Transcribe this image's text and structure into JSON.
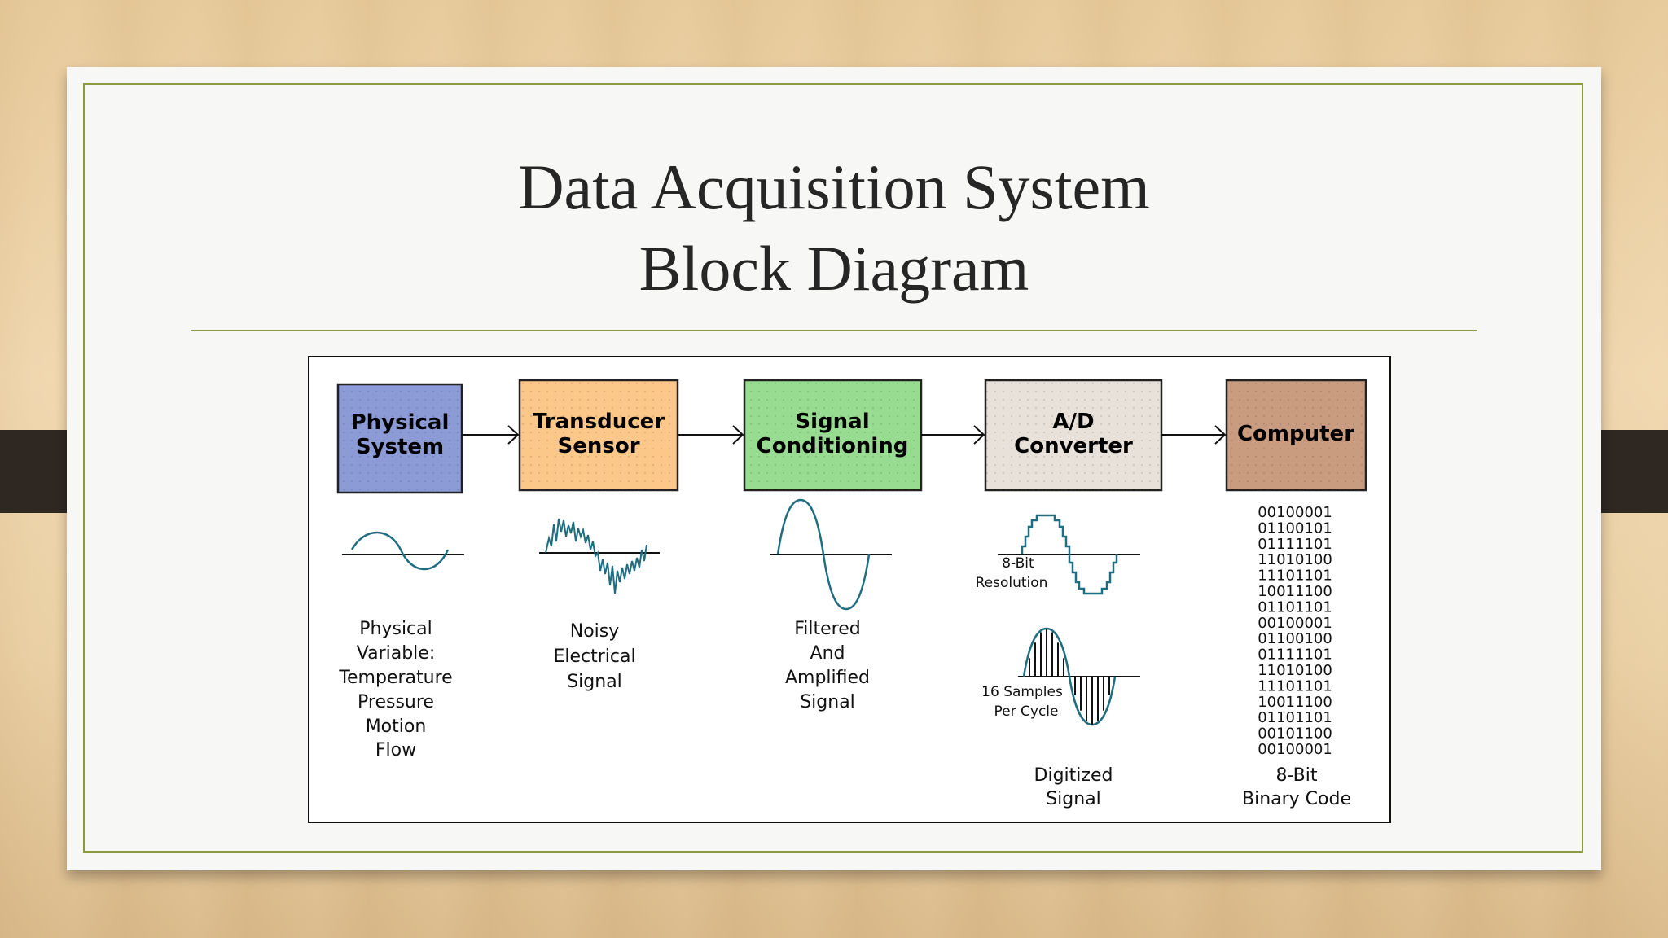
{
  "slide": {
    "title_line1": "Data Acquisition System",
    "title_line2": "Block Diagram"
  },
  "diagram": {
    "blocks": [
      {
        "line1": "Physical",
        "line2": "System",
        "color": "#8c9bd6"
      },
      {
        "line1": "Transducer",
        "line2": "Sensor",
        "color": "#fcc88a"
      },
      {
        "line1": "Signal",
        "line2": "Conditioning",
        "color": "#97dc90"
      },
      {
        "line1": "A/D",
        "line2": "Converter",
        "color": "#e8e1da"
      },
      {
        "line1": "Computer",
        "line2": "",
        "color": "#c99c80"
      }
    ],
    "captions": [
      [
        "Physical",
        "Variable:",
        "Temperature",
        "Pressure",
        "Motion",
        "Flow"
      ],
      [
        "Noisy",
        "Electrical",
        "Signal"
      ],
      [
        "Filtered",
        "And",
        "Amplified",
        "Signal"
      ],
      [
        "Digitized",
        "Signal"
      ],
      [
        "8-Bit",
        "Binary Code"
      ]
    ],
    "adc_labels": {
      "resolution": [
        "8-Bit",
        "Resolution"
      ],
      "sampling": [
        "16 Samples",
        "Per Cycle"
      ]
    },
    "binary_codes": [
      "00100001",
      "01100101",
      "01111101",
      "11010100",
      "11101101",
      "10011100",
      "01101101",
      "00100001",
      "01100100",
      "01111101",
      "11010100",
      "11101101",
      "10011100",
      "01101101",
      "00101100",
      "00100001"
    ],
    "colors": {
      "wave": "#1f6d80",
      "accent": "#8a9a3e"
    }
  }
}
